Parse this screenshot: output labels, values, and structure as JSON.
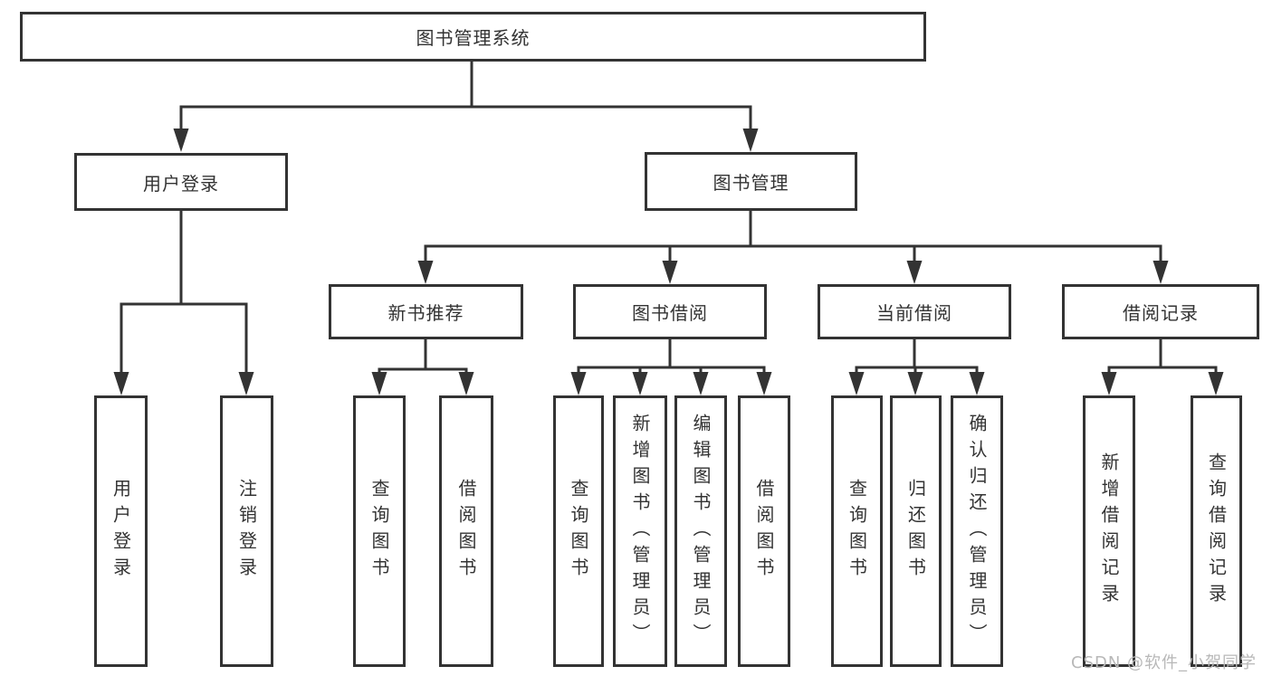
{
  "root": {
    "label": "图书管理系统"
  },
  "level2": {
    "user_login": {
      "label": "用户登录"
    },
    "book_management": {
      "label": "图书管理"
    }
  },
  "level3": {
    "new_book_recommend": {
      "label": "新书推荐"
    },
    "book_borrowing": {
      "label": "图书借阅"
    },
    "current_borrowing": {
      "label": "当前借阅"
    },
    "borrowing_records": {
      "label": "借阅记录"
    }
  },
  "leaves": {
    "user_login": "用户登录",
    "logout": "注销登录",
    "nbr_query_books": "查询图书",
    "nbr_borrow_books": "借阅图书",
    "bb_query_books": "查询图书",
    "bb_add_book_admin": "新增图书（管理员）",
    "bb_edit_book_admin": "编辑图书（管理员）",
    "bb_borrow_books": "借阅图书",
    "cb_query_books": "查询图书",
    "cb_return_book": "归还图书",
    "cb_confirm_return_admin": "确认归还（管理员）",
    "br_add_record": "新增借阅记录",
    "br_query_record": "查询借阅记录"
  },
  "watermark": "CSDN @软件_小贺同学",
  "colors": {
    "line": "#333333",
    "text": "#333333",
    "watermark": "#b8b8b8",
    "background": "#ffffff"
  }
}
